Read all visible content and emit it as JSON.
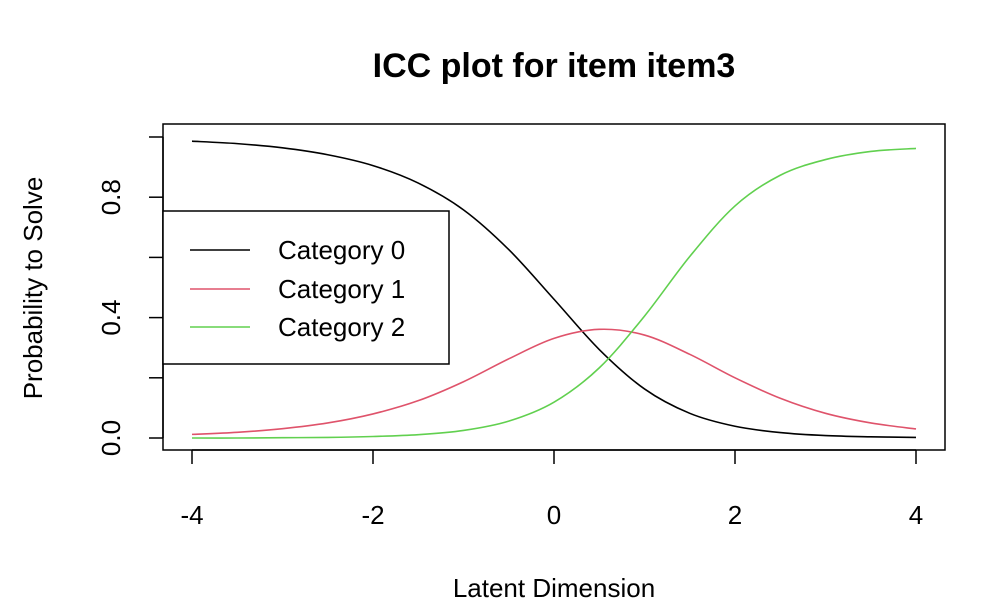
{
  "chart_data": {
    "type": "line",
    "title": "ICC plot for item item3",
    "xlabel": "Latent Dimension",
    "ylabel": "Probability to Solve",
    "xlim": [
      -4,
      4
    ],
    "ylim": [
      0,
      1
    ],
    "x_ticks": [
      -4,
      -2,
      0,
      2,
      4
    ],
    "x_tick_labels": [
      "-4",
      "-2",
      "0",
      "2",
      "4"
    ],
    "y_ticks": [
      0,
      0.2,
      0.4,
      0.6,
      0.8,
      1.0
    ],
    "y_tick_labels": [
      "0.0",
      "",
      "0.4",
      "",
      "0.8",
      ""
    ],
    "grid": false,
    "legend_position": "left",
    "x": [
      -4,
      -3.5,
      -3,
      -2.5,
      -2,
      -1.5,
      -1,
      -0.5,
      0,
      0.5,
      1,
      1.5,
      2,
      2.5,
      3,
      3.5,
      4
    ],
    "series": [
      {
        "name": "Category 0",
        "color": "#000000",
        "values": [
          0.986,
          0.978,
          0.964,
          0.941,
          0.905,
          0.847,
          0.758,
          0.626,
          0.461,
          0.294,
          0.163,
          0.082,
          0.039,
          0.018,
          0.008,
          0.004,
          0.002
        ]
      },
      {
        "name": "Category 1",
        "color": "#DF536B",
        "values": [
          0.012,
          0.019,
          0.031,
          0.05,
          0.08,
          0.124,
          0.187,
          0.263,
          0.331,
          0.361,
          0.342,
          0.278,
          0.2,
          0.132,
          0.082,
          0.05,
          0.03
        ]
      },
      {
        "name": "Category 2",
        "color": "#61D04F",
        "values": [
          0.0,
          0.0,
          0.001,
          0.002,
          0.005,
          0.011,
          0.025,
          0.056,
          0.119,
          0.233,
          0.405,
          0.603,
          0.771,
          0.873,
          0.925,
          0.952,
          0.962
        ]
      }
    ]
  }
}
